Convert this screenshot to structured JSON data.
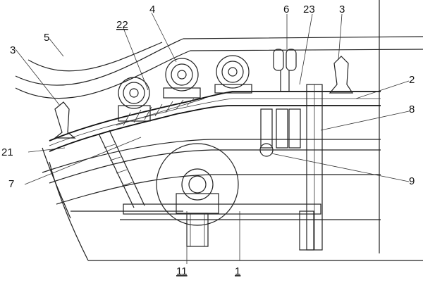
{
  "callouts": [
    "3",
    "5",
    "22",
    "4",
    "6",
    "23",
    "3",
    "2",
    "8",
    "21",
    "7",
    "9",
    "11",
    "1"
  ],
  "colors": {
    "line": "#222222",
    "background": "#ffffff"
  }
}
